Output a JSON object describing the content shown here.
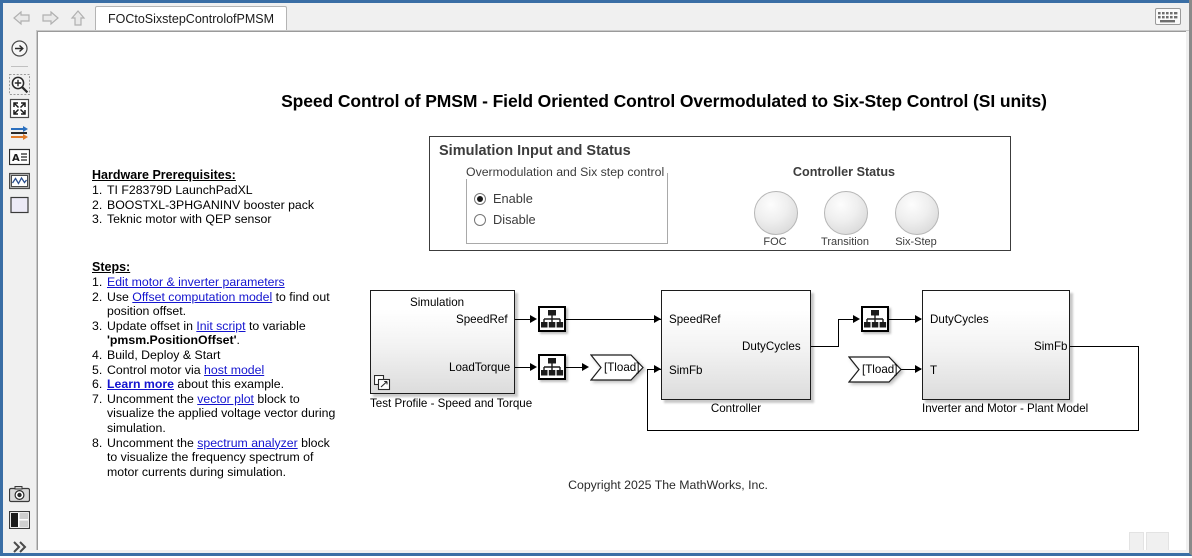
{
  "window": {
    "toolbar": {
      "back_icon": "back-arrow-icon",
      "forward_icon": "forward-arrow-icon",
      "up_icon": "up-arrow-icon",
      "keyboard_icon": "keyboard-icon"
    },
    "tab": {
      "label": "FOCtoSixstepControlofPMSM"
    }
  },
  "sidebar": {
    "items": [
      {
        "name": "navigate-icon",
        "glyph": "navigate"
      },
      {
        "name": "zoom-in-icon",
        "glyph": "zoom"
      },
      {
        "name": "fit-to-view-icon",
        "glyph": "fit"
      },
      {
        "name": "signal-lines-icon",
        "glyph": "signals"
      },
      {
        "name": "annotation-text-icon",
        "glyph": "textbox"
      },
      {
        "name": "scope-icon",
        "glyph": "scope"
      },
      {
        "name": "area-icon",
        "glyph": "area"
      },
      {
        "name": "camera-icon",
        "glyph": "camera"
      },
      {
        "name": "layout-icon",
        "glyph": "layout"
      },
      {
        "name": "expand-icon",
        "glyph": "chevrons"
      }
    ]
  },
  "model": {
    "title": "Speed Control of PMSM - Field Oriented Control Overmodulated to Six-Step Control (SI units)",
    "copyright": "Copyright 2025 The MathWorks, Inc.",
    "hardware": {
      "heading": "Hardware Prerequisites:",
      "items": [
        "TI F28379D LaunchPadXL",
        "BOOSTXL-3PHGANINV booster pack",
        "Teknic motor with QEP sensor"
      ]
    },
    "steps": {
      "heading": "Steps:",
      "items": [
        {
          "pre": "",
          "link": "Edit motor & inverter parameters",
          "link_bold": false,
          "post": ""
        },
        {
          "pre": "Use ",
          "link": "Offset computation model",
          "link_bold": false,
          "post": " to find out position offset."
        },
        {
          "pre": "Update offset in ",
          "link": "Init script",
          "link_bold": false,
          "post": " to variable ",
          "bold_tail": "'pmsm.PositionOffset'",
          "tail": "."
        },
        {
          "pre": "Build, Deploy & Start",
          "link": "",
          "link_bold": false,
          "post": ""
        },
        {
          "pre": "Control motor via ",
          "link": "host model",
          "link_bold": false,
          "post": ""
        },
        {
          "pre": "",
          "link": "Learn more",
          "link_bold": true,
          "post": " about this example."
        },
        {
          "pre": "Uncomment the ",
          "link": "vector plot",
          "link_bold": false,
          "post": " block to visualize the applied voltage vector during simulation."
        },
        {
          "pre": "Uncomment the ",
          "link": "spectrum analyzer",
          "link_bold": false,
          "post": " block to visualize the frequency spectrum of motor currents during simulation."
        }
      ]
    },
    "sim_panel": {
      "title": "Simulation Input and Status",
      "radio_legend": "Overmodulation and Six step control",
      "radio_options": [
        {
          "label": "Enable",
          "selected": true
        },
        {
          "label": "Disable",
          "selected": false
        }
      ],
      "controller_status_title": "Controller Status",
      "lamps": [
        {
          "label": "FOC",
          "state": "off",
          "color": "#e2e2e2"
        },
        {
          "label": "Transition",
          "state": "off",
          "color": "#e2e2e2"
        },
        {
          "label": "Six-Step",
          "state": "off",
          "color": "#e2e2e2"
        }
      ]
    },
    "blocks": {
      "test_profile": {
        "inner_label": "Simulation",
        "name": "Test Profile - Speed and Torque",
        "outputs": [
          "SpeedRef",
          "LoadTorque"
        ]
      },
      "controller": {
        "name": "Controller",
        "inputs": [
          "SpeedRef",
          "SimFb"
        ],
        "outputs": [
          "DutyCycles"
        ]
      },
      "plant": {
        "name": "Inverter and Motor - Plant Model",
        "inputs": [
          "DutyCycles",
          "T"
        ],
        "outputs": [
          "SimFb"
        ]
      },
      "tags": [
        {
          "label": "[Tload]",
          "kind": "goto"
        },
        {
          "label": "[Tload]",
          "kind": "from"
        }
      ],
      "rate_transitions": [
        {
          "name": "rate-transition-speedref"
        },
        {
          "name": "rate-transition-loadtorque"
        },
        {
          "name": "rate-transition-dutycycles"
        }
      ]
    }
  }
}
